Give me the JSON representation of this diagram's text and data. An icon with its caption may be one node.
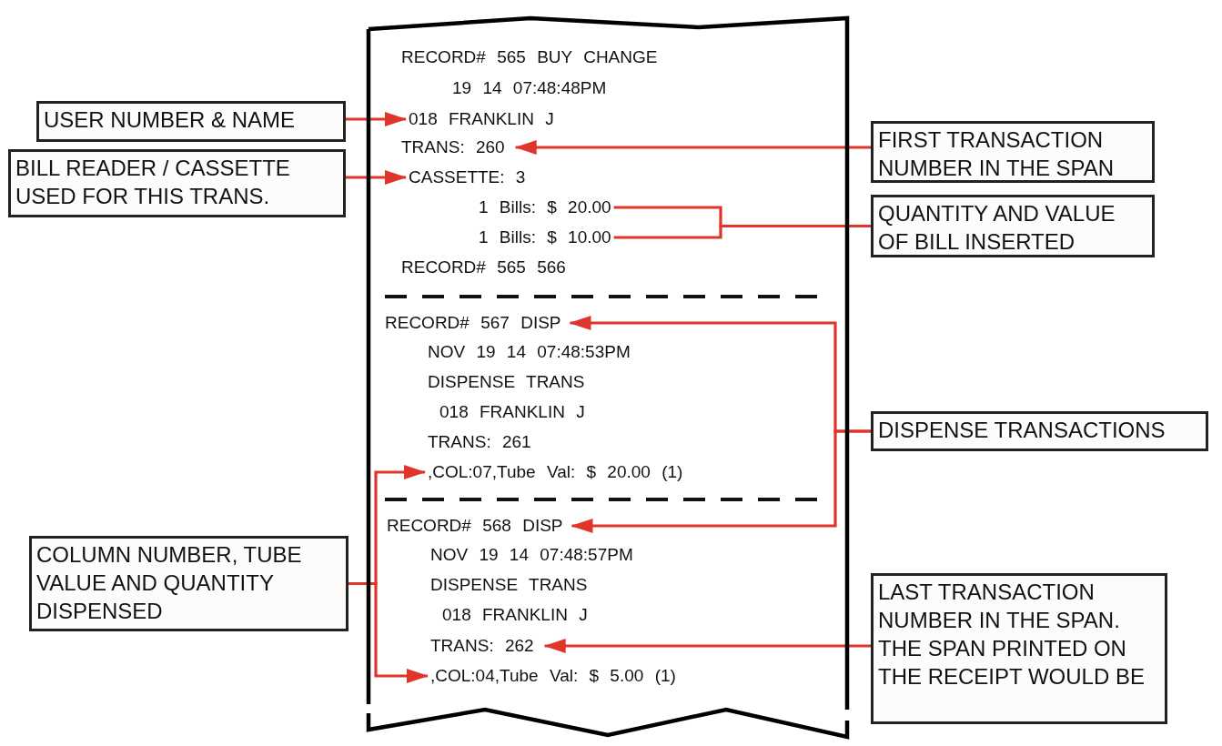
{
  "diagram": {
    "nodes": [
      {
        "text": [],
        "shape": "box"
      },
      {
        "text": [
          "USER NUMBER & NAME"
        ]
      },
      {
        "text": [
          "018 FRANKLIN J"
        ],
        "in": 0
      },
      {
        "text": [
          "TRANS: 260"
        ],
        "in": 0
      },
      {
        "text": [
          "FIRST TRANSACTION NUMBER IN THE SPAN"
        ]
      },
      {
        "text": [
          "BILL READER / CASSETTE USED FOR THIS TRANS."
        ]
      },
      {
        "text": [
          "CASSETTE: 3"
        ],
        "in": 0
      },
      {
        "text": [
          "1 Bills: $ 20.00"
        ],
        "in": 0
      },
      {
        "text": [
          "1 Bills: $ 10.00"
        ],
        "in": 0
      },
      {
        "text": [
          "QUANTITY AND VALUE OF BILL INSERTED"
        ]
      },
      {
        "text": [
          "RECORD# 567 DISP"
        ],
        "in": 0
      },
      {
        "text": [
          "DISPENSE TRANSACTIONS"
        ]
      },
      {
        "text": [
          ",COL:07,Tube Val: $ 20.00 (1)"
        ],
        "in": 0
      },
      {
        "text": [
          "RECORD# 568 DISP"
        ],
        "in": 0
      },
      {
        "text": [
          "COLUMN NUMBER, TUBE VALUE AND QUANTITY DISPENSED"
        ]
      },
      {
        "text": [
          "TRANS: 262"
        ],
        "in": 0
      },
      {
        "text": [
          "LAST TRANSACTION NUMBER IN THE SPAN. THE SPAN PRINTED ON THE RECEIPT WOULD BE"
        ]
      },
      {
        "text": [
          ",COL:04,Tube Val: $ 5.00 (1)"
        ],
        "in": 0
      }
    ],
    "edges": [
      {
        "from": 1,
        "to": 2,
        "arrow": "to"
      },
      {
        "from": 4,
        "to": 3,
        "arrow": "to"
      },
      {
        "from": 5,
        "to": 6,
        "arrow": "to"
      },
      {
        "from": 9,
        "to": 7,
        "arrow": "none"
      },
      {
        "from": 9,
        "to": 8,
        "arrow": "none"
      },
      {
        "from": 11,
        "to": 10,
        "arrow": "to"
      },
      {
        "from": 11,
        "to": 13,
        "arrow": "to"
      },
      {
        "from": 14,
        "to": 12,
        "arrow": "to"
      },
      {
        "from": 14,
        "to": 17,
        "arrow": "to"
      },
      {
        "from": 16,
        "to": 15,
        "arrow": "to"
      }
    ],
    "labels": [
      "RECORD# 565 BUY CHANGE",
      "19 14 07:48:48PM",
      "RECORD# 565 566",
      "NOV 19 14 07:48:53PM",
      "DISPENSE TRANS",
      "018 FRANKLIN J",
      "TRANS: 261",
      "NOV 19 14 07:48:57PM",
      "DISPENSE TRANS",
      "018 FRANKLIN J"
    ]
  }
}
